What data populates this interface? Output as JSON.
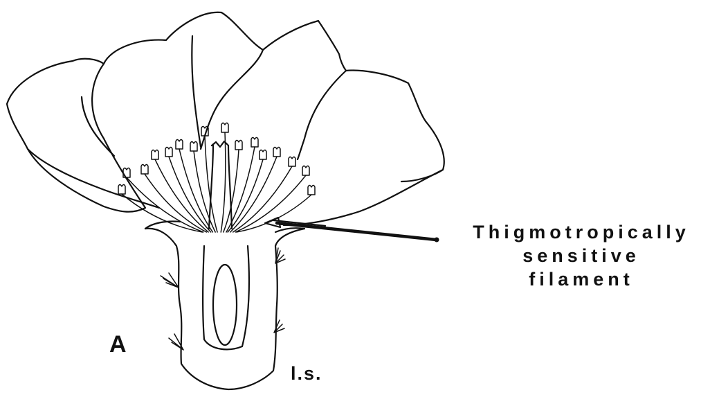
{
  "diagram": {
    "panel_letter": "A",
    "section_label": "l.s.",
    "callout": {
      "line1": "Thigmotropically",
      "line2": "sensitive",
      "line3": "filament"
    },
    "parts": [
      "petals",
      "stamens",
      "style",
      "receptacle",
      "ovary",
      "spines",
      "arrow"
    ]
  }
}
